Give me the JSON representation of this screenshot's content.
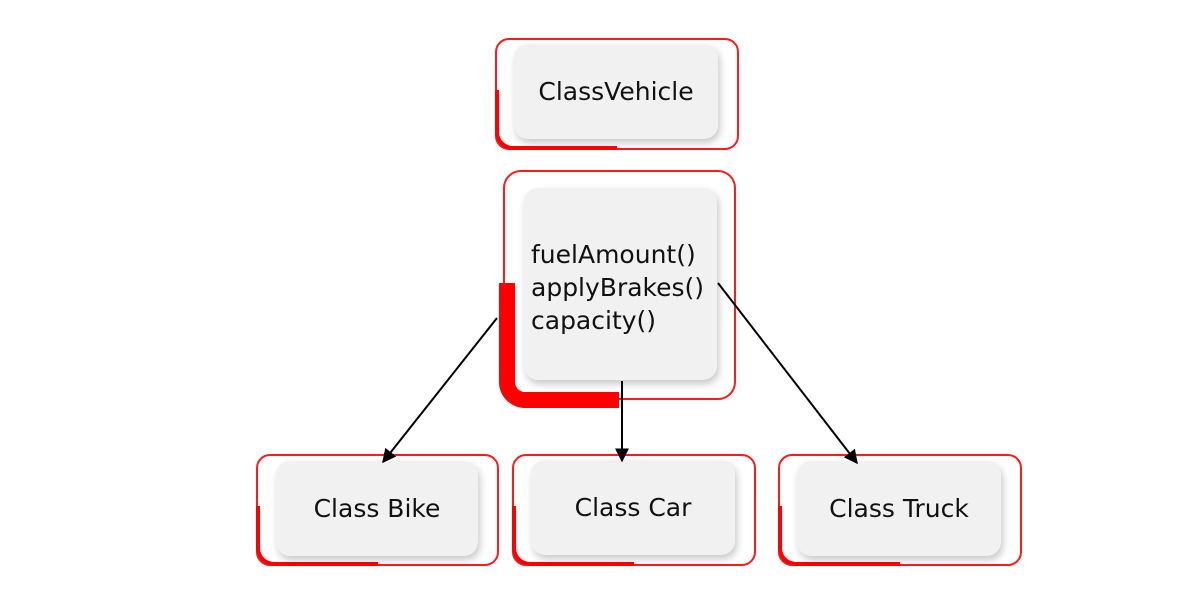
{
  "diagram": {
    "colors": {
      "frame": "#ff1a1a",
      "card": "#f1f1f1",
      "text": "#111111",
      "arrow": "#000000"
    },
    "parent": {
      "label": "ClassVehicle"
    },
    "methods": [
      "fuelAmount()",
      "applyBrakes()",
      "capacity()"
    ],
    "children": [
      {
        "label": "Class Bike"
      },
      {
        "label": "Class Car"
      },
      {
        "label": "Class Truck"
      }
    ]
  }
}
